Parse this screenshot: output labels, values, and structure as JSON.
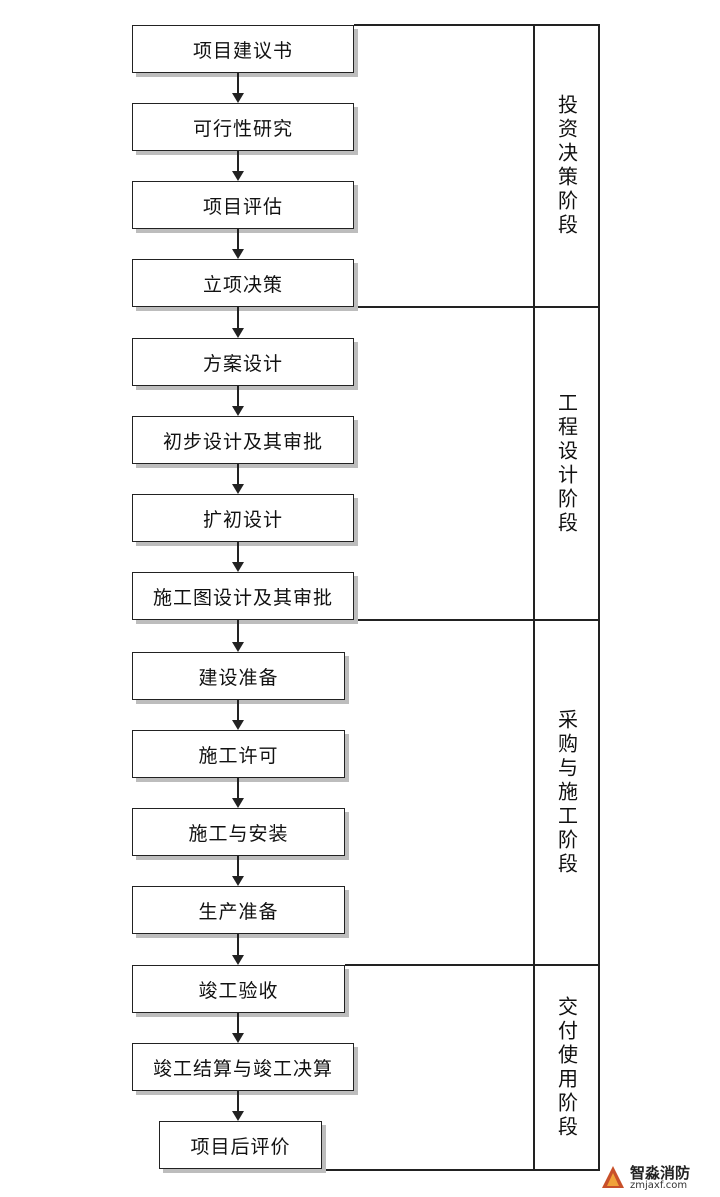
{
  "steps": [
    "项目建议书",
    "可行性研究",
    "项目评估",
    "立项决策",
    "方案设计",
    "初步设计及其审批",
    "扩初设计",
    "施工图设计及其审批",
    "建设准备",
    "施工许可",
    "施工与安装",
    "生产准备",
    "竣工验收",
    "竣工结算与竣工决算",
    "项目后评价"
  ],
  "phases": [
    "投资决策阶段",
    "工程设计阶段",
    "采购与施工阶段",
    "交付使用阶段"
  ],
  "logo": {
    "name": "智淼消防",
    "url": "zmjaxf.com"
  }
}
